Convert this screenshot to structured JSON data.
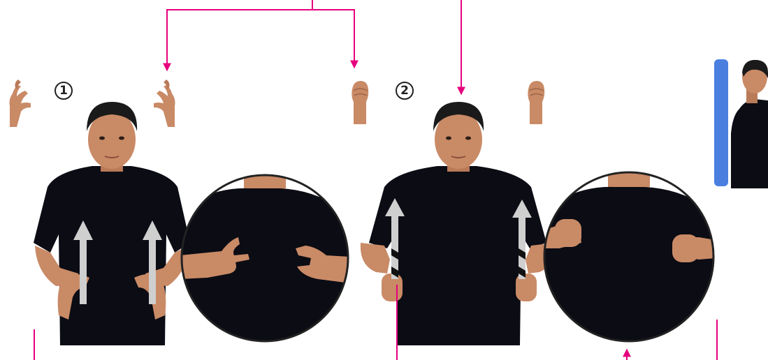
{
  "steps": [
    {
      "number": "1",
      "handshape": "claw-hand"
    },
    {
      "number": "2",
      "handshape": "fist-hand"
    }
  ],
  "colors": {
    "guide_line": "#e6007e",
    "movement_arrow": "#cfcfcf",
    "side_bar": "#4a7fe0",
    "shirt": "#0b0c14",
    "skin": "#c98a66",
    "hair": "#1b1a1a",
    "zoom_ring": "#222222"
  },
  "icons": {
    "move_up": "up-arrow-icon",
    "side_view": "side-profile-figure"
  }
}
